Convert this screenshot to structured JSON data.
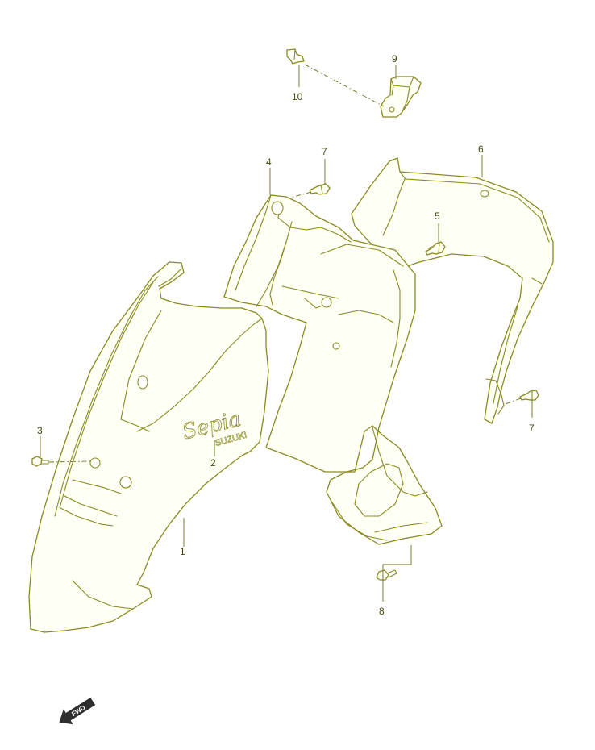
{
  "callouts": [
    {
      "id": "1",
      "text": "1"
    },
    {
      "id": "2",
      "text": "2"
    },
    {
      "id": "3",
      "text": "3"
    },
    {
      "id": "4",
      "text": "4"
    },
    {
      "id": "5",
      "text": "5"
    },
    {
      "id": "6",
      "text": "6"
    },
    {
      "id": "7a",
      "text": "7"
    },
    {
      "id": "7b",
      "text": "7"
    },
    {
      "id": "8",
      "text": "8"
    },
    {
      "id": "9",
      "text": "9"
    },
    {
      "id": "10",
      "text": "10"
    }
  ],
  "emblem": {
    "script_logo": "Sepia",
    "brand_logo": "SUZUKI"
  },
  "direction_marker": {
    "label": "FWD",
    "icon": "fwd-arrow-icon"
  },
  "colors": {
    "line": "#8a8a20",
    "text": "#4a4a10",
    "fill": "#fefff5"
  }
}
